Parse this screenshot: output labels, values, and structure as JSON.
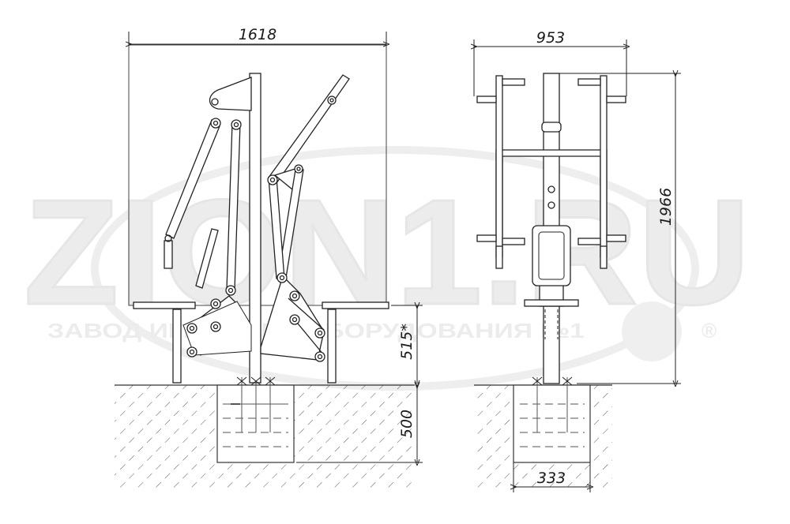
{
  "watermark": {
    "logo": "ZION1.RU",
    "company": "ЗАВОД ИГРОВОГО ОБОРУДОВАНИЯ №1",
    "registered": "®"
  },
  "dimensions": {
    "side_width": "1618",
    "front_width": "953",
    "total_height": "1966",
    "seat_height": "515*",
    "foundation_depth": "500",
    "foundation_width": "333"
  }
}
